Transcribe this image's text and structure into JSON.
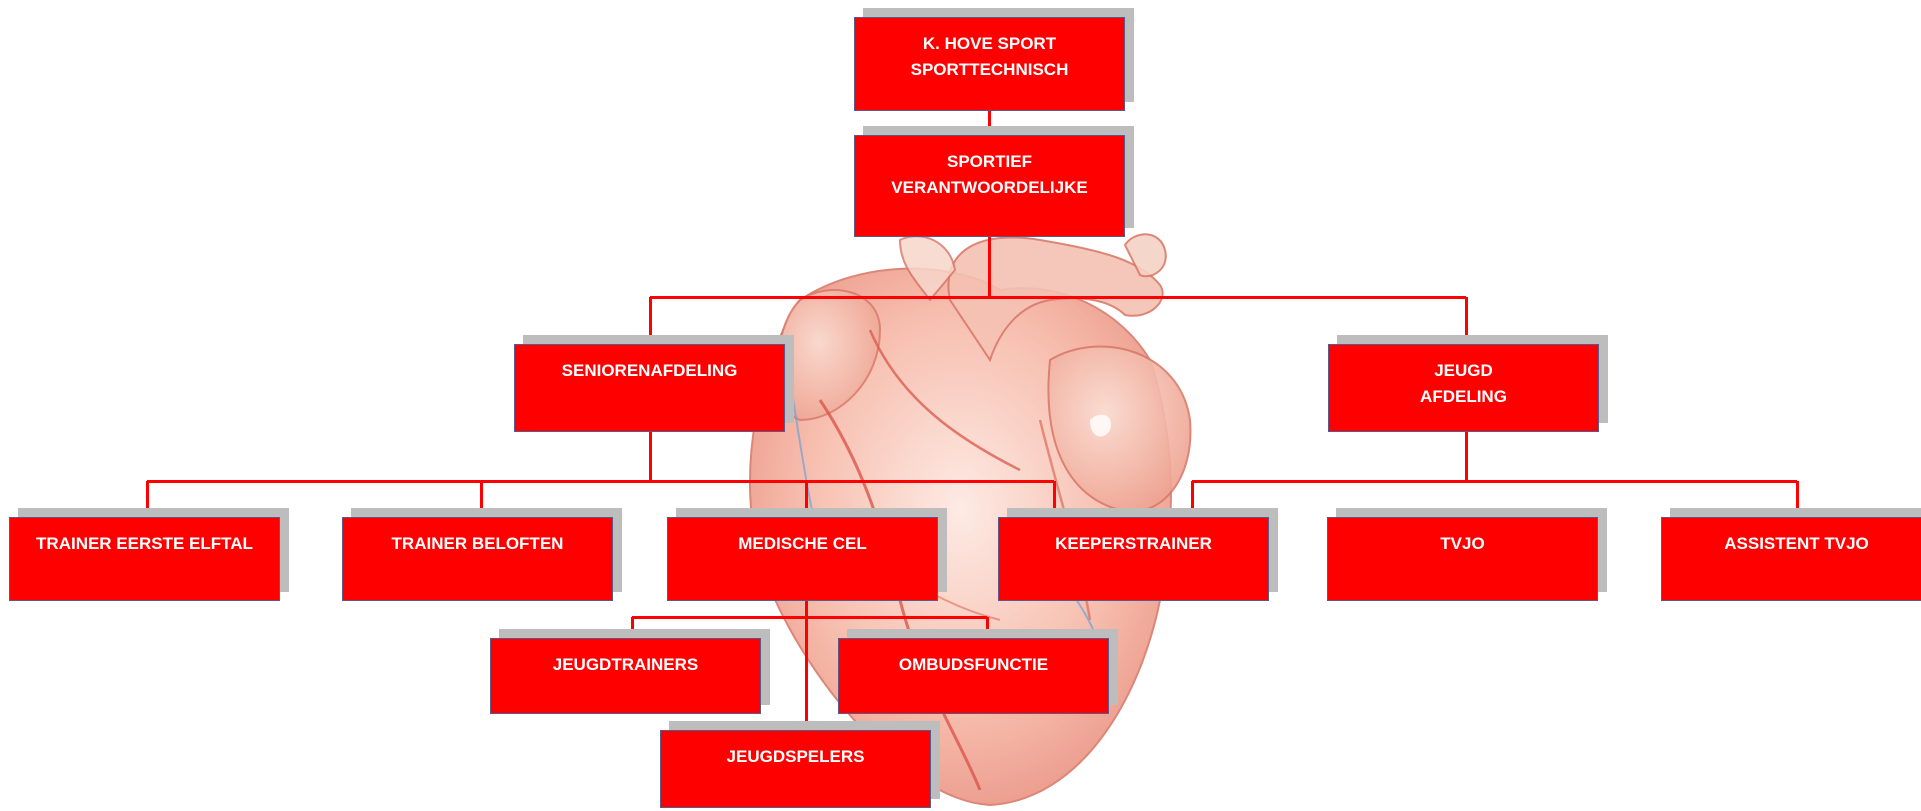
{
  "diagram": {
    "line_color": "#ff0000",
    "box_color": "#ff0000",
    "box_text_color": "#ffffff",
    "shadow_color": "#bdbdbd",
    "background_image": "heart-illustration",
    "nodes": [
      {
        "id": "top",
        "lines": [
          "K. HOVE SPORT",
          "SPORTTECHNISCH"
        ]
      },
      {
        "id": "sportief",
        "lines": [
          "SPORTIEF",
          "VERANTWOORDELIJKE"
        ]
      },
      {
        "id": "senioren",
        "lines": [
          "SENIORENAFDELING"
        ]
      },
      {
        "id": "jeugd",
        "lines": [
          "JEUGD",
          "AFDELING"
        ]
      },
      {
        "id": "trainer-eerste-elftal",
        "lines": [
          "TRAINER EERSTE ELFTAL"
        ]
      },
      {
        "id": "trainer-beloften",
        "lines": [
          "TRAINER BELOFTEN"
        ]
      },
      {
        "id": "medische-cel",
        "lines": [
          "MEDISCHE CEL"
        ]
      },
      {
        "id": "keeperstrainer",
        "lines": [
          "KEEPERSTRAINER"
        ]
      },
      {
        "id": "tvjo",
        "lines": [
          "TVJO"
        ]
      },
      {
        "id": "assistent-tvjo",
        "lines": [
          "ASSISTENT TVJO"
        ]
      },
      {
        "id": "jeugdtrainers",
        "lines": [
          "JEUGDTRAINERS"
        ]
      },
      {
        "id": "ombudsfunctie",
        "lines": [
          "OMBUDSFUNCTIE"
        ]
      },
      {
        "id": "jeugdspelers",
        "lines": [
          "JEUGDSPELERS"
        ]
      }
    ],
    "edges": [
      [
        "top",
        "sportief"
      ],
      [
        "sportief",
        "senioren"
      ],
      [
        "sportief",
        "jeugd"
      ],
      [
        "senioren",
        "trainer-eerste-elftal"
      ],
      [
        "senioren",
        "trainer-beloften"
      ],
      [
        "senioren",
        "medische-cel"
      ],
      [
        "senioren",
        "keeperstrainer"
      ],
      [
        "jeugd",
        "keeperstrainer"
      ],
      [
        "jeugd",
        "tvjo"
      ],
      [
        "jeugd",
        "assistent-tvjo"
      ],
      [
        "medische-cel",
        "jeugdtrainers"
      ],
      [
        "medische-cel",
        "ombudsfunctie"
      ],
      [
        "medische-cel",
        "jeugdspelers"
      ]
    ]
  }
}
